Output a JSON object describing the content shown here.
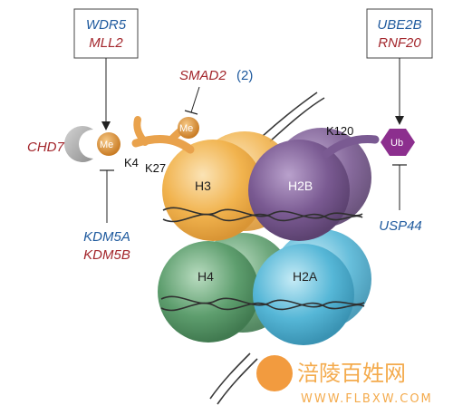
{
  "colors": {
    "blue_text": "#1f5a9e",
    "red_text": "#a3262c",
    "h3": "#f1b34e",
    "h2b": "#7a5a92",
    "h4": "#5e9e6e",
    "h2a": "#56b7d7",
    "histone_tail": "#e9a24c",
    "methyl": "#d98a2b",
    "ub": "#8c2f8e",
    "chd7_reader": "#aaaaaa",
    "dna": "#333333"
  },
  "boxes": {
    "left": {
      "line1": "WDR5",
      "line2": "MLL2"
    },
    "right": {
      "line1": "UBE2B",
      "line2": "RNF20"
    }
  },
  "labels": {
    "smad2": "SMAD2",
    "smad2_count": "(2)",
    "chd7": "CHD7",
    "kdm5a": "KDM5A",
    "kdm5b": "KDM5B",
    "usp44": "USP44",
    "k4": "K4",
    "k27": "K27",
    "k120": "K120",
    "me_left": "Me",
    "me_top": "Me",
    "ub": "Ub"
  },
  "histones": {
    "h3": "H3",
    "h2b": "H2B",
    "h4": "H4",
    "h2a": "H2A"
  },
  "watermark": {
    "text_cn": "涪陵百姓网",
    "url": "WWW.FLBXW.COM"
  }
}
